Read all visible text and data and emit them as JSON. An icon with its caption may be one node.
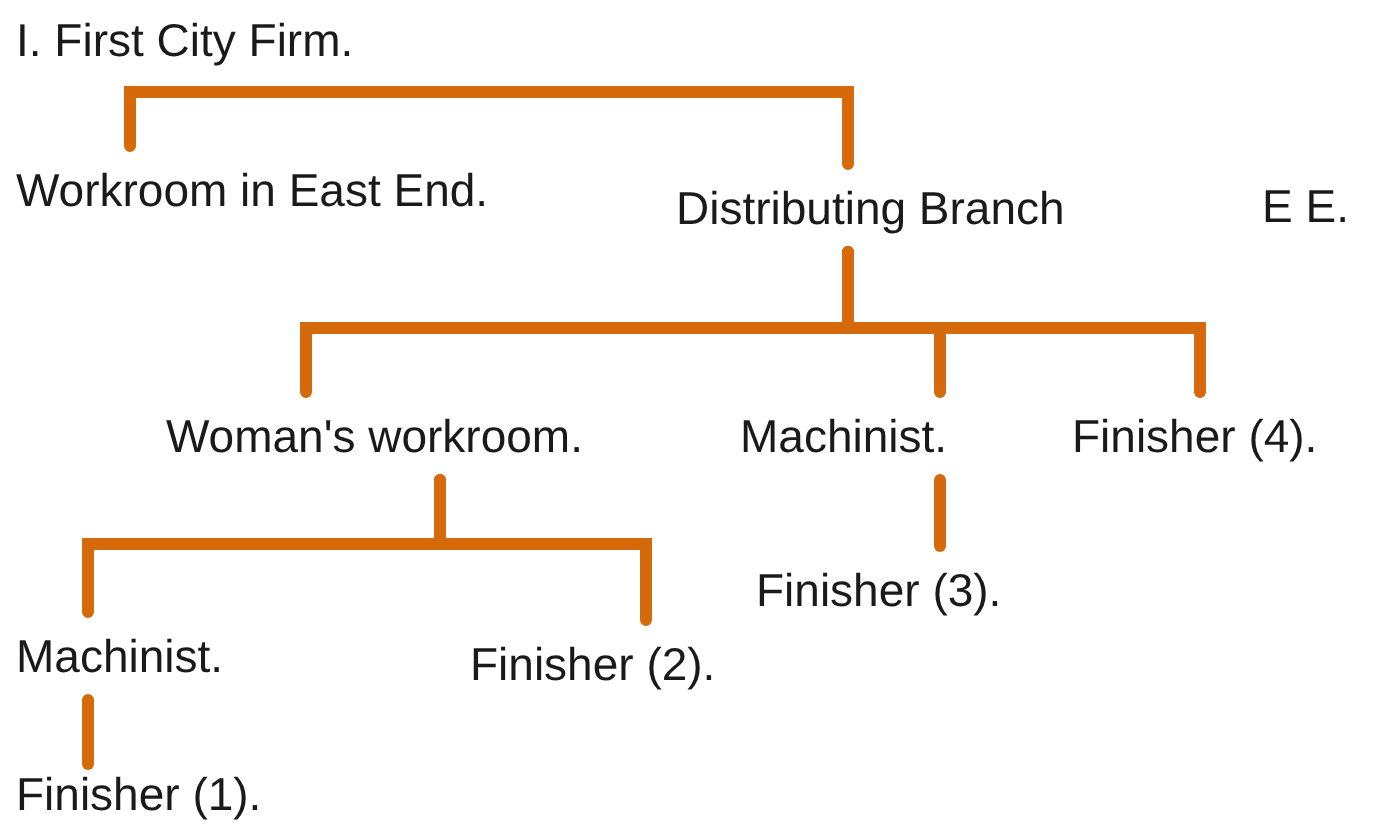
{
  "diagram": {
    "nodes": [
      {
        "text": [
          "I. First City Firm."
        ]
      },
      {
        "text": [
          "Workroom in East End."
        ]
      },
      {
        "text": [
          "Distributing Branch"
        ]
      },
      {
        "text": [
          "Woman's workroom."
        ]
      },
      {
        "text": [
          "Machinist."
        ]
      },
      {
        "text": [
          "Finisher (4)."
        ]
      },
      {
        "text": [
          "Finisher (3)."
        ]
      },
      {
        "text": [
          "Machinist."
        ]
      },
      {
        "text": [
          "Finisher (2)."
        ]
      },
      {
        "text": [
          "Finisher (1)."
        ]
      }
    ],
    "edges": [
      {
        "from": 1,
        "to": 2,
        "arrow": "none"
      },
      {
        "from": 2,
        "to": 3,
        "arrow": "none"
      },
      {
        "from": 2,
        "to": 4,
        "arrow": "none"
      },
      {
        "from": 2,
        "to": 5,
        "arrow": "none"
      },
      {
        "from": 3,
        "to": 7,
        "arrow": "none"
      },
      {
        "from": 3,
        "to": 8,
        "arrow": "none"
      },
      {
        "from": 4,
        "to": 6,
        "arrow": "none"
      },
      {
        "from": 7,
        "to": 9,
        "arrow": "none"
      }
    ],
    "labels": [
      "E E."
    ]
  }
}
